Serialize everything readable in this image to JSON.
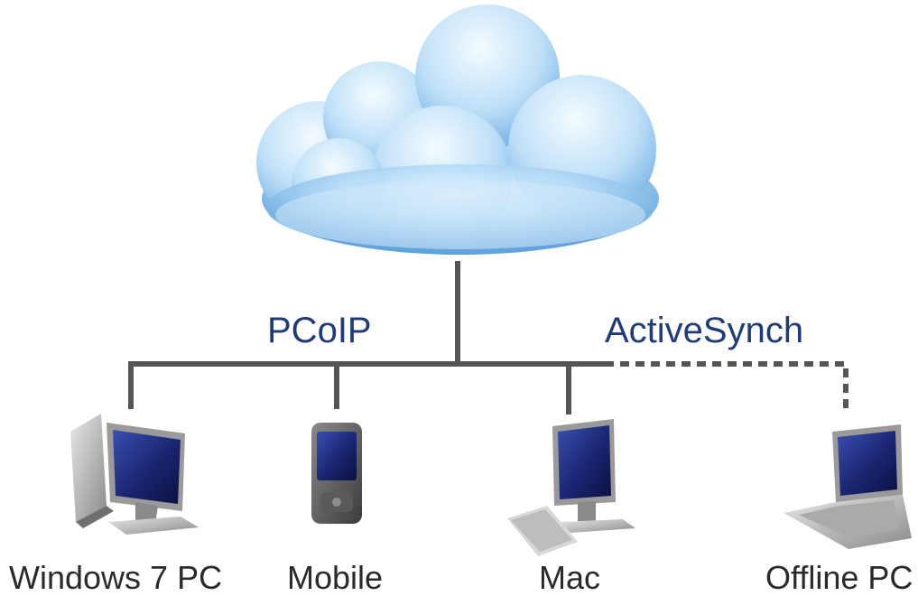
{
  "protocols": {
    "pcoip": "PCoIP",
    "activesynch": "ActiveSynch"
  },
  "devices": {
    "windows": {
      "label": "Windows 7 PC",
      "icon": "desktop-tower-monitor-icon"
    },
    "mobile": {
      "label": "Mobile",
      "icon": "pda-phone-icon"
    },
    "mac": {
      "label": "Mac",
      "icon": "monitor-keyboard-icon"
    },
    "offline": {
      "label": "Offline PC",
      "icon": "laptop-icon"
    }
  },
  "hub": {
    "icon": "cloud-icon"
  },
  "colors": {
    "connector": "#555555",
    "protocol_text": "#1f3c7a",
    "cloud": "#8fc3ec"
  }
}
